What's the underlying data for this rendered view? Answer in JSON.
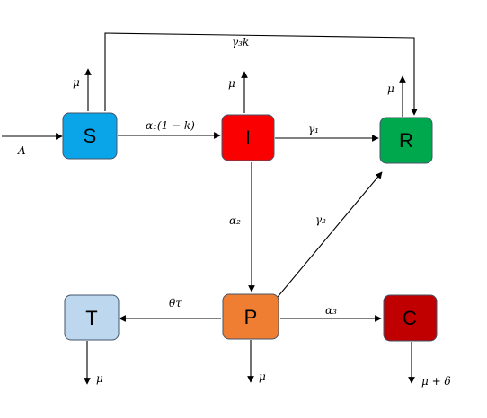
{
  "nodes": {
    "S": {
      "label": "S",
      "color": "#0aa5e8"
    },
    "I": {
      "label": "I",
      "color": "#fa0000"
    },
    "R": {
      "label": "R",
      "color": "#00a84d"
    },
    "T": {
      "label": "T",
      "color": "#bdd7ee"
    },
    "P": {
      "label": "P",
      "color": "#ef7d32"
    },
    "C": {
      "label": "C",
      "color": "#c00000"
    }
  },
  "rates": {
    "inflow": "Λ",
    "mu": "μ",
    "mu_delta": "μ + δ",
    "s_to_i": "α₁(1 − k)",
    "i_to_r": "γ₁",
    "s_to_r": "γ₃k",
    "i_to_p": "α₂",
    "p_to_r": "γ₂",
    "p_to_t": "θτ",
    "p_to_c": "α₃"
  }
}
